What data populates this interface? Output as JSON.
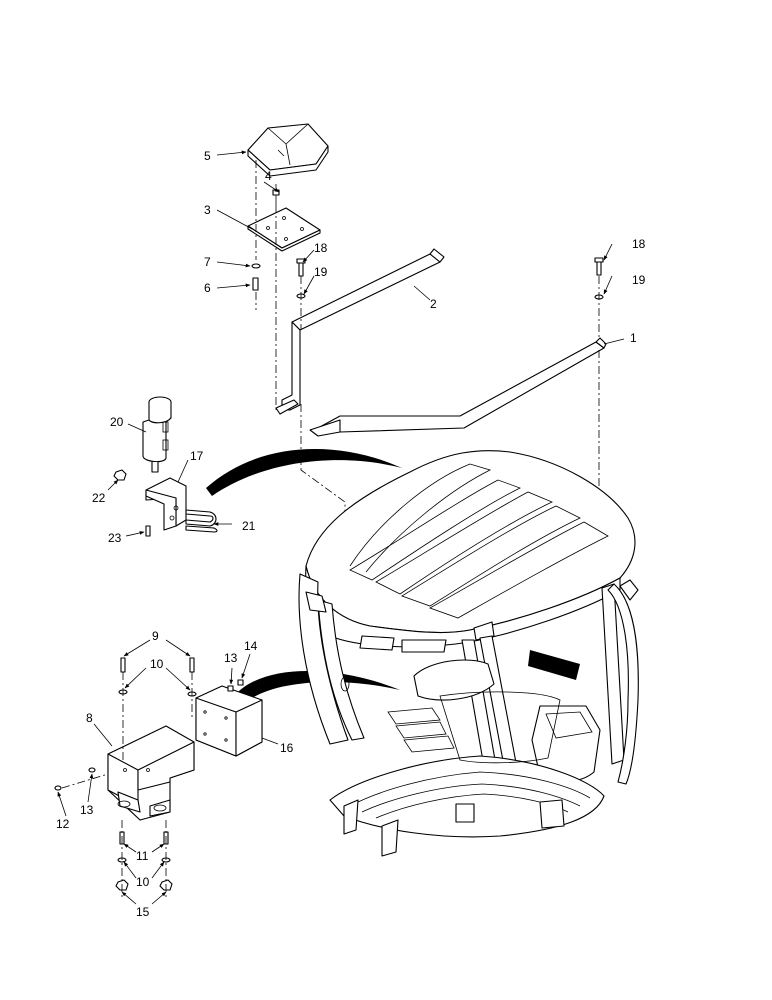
{
  "callouts": {
    "c1": "1",
    "c2": "2",
    "c3": "3",
    "c4": "4",
    "c5": "5",
    "c6": "6",
    "c7": "7",
    "c8": "8",
    "c9": "9",
    "c10a": "10",
    "c10b": "10",
    "c11": "11",
    "c12": "12",
    "c13a": "13",
    "c13b": "13",
    "c14": "14",
    "c15": "15",
    "c16": "16",
    "c17": "17",
    "c18a": "18",
    "c18b": "18",
    "c19a": "19",
    "c19b": "19",
    "c20": "20",
    "c21": "21",
    "c22": "22",
    "c23": "23"
  }
}
